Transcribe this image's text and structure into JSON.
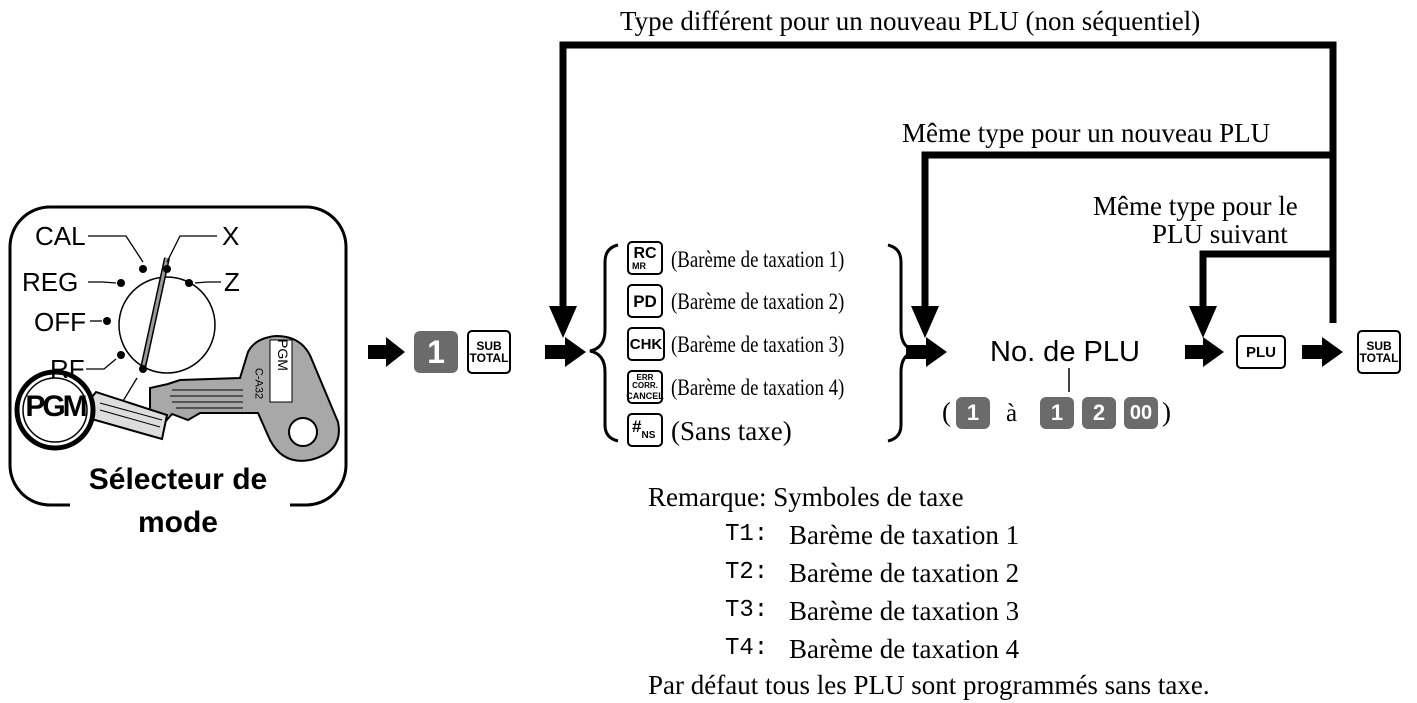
{
  "labels": {
    "top_loop": "Type différent pour un nouveau PLU (non séquentiel)",
    "mid_loop": "Même type pour un nouveau PLU",
    "inner_loop_line1": "Même type pour le",
    "inner_loop_line2": "PLU suivant"
  },
  "mode_selector": {
    "positions": [
      "CAL",
      "X",
      "REG",
      "Z",
      "OFF",
      "RF"
    ],
    "pgm_badge": "PGM",
    "key_text_1": "PGM",
    "key_text_2": "C-A32",
    "caption_line1": "Sélecteur de",
    "caption_line2": "mode"
  },
  "sequence": {
    "num_key": "1",
    "subtotal_top": "SUB",
    "subtotal_bottom": "TOTAL"
  },
  "tax_keys": [
    {
      "key": "RC",
      "key_sub": "MR",
      "label": "(Barème de taxation 1)"
    },
    {
      "key": "PD",
      "label": "(Barème de taxation 2)"
    },
    {
      "key": "CHK",
      "label": "(Barème de taxation 3)"
    },
    {
      "key_top": "ERR CORR.",
      "key_bottom": "CANCEL",
      "label": "(Barème de taxation 4)"
    },
    {
      "key": "#",
      "key_sub": "NS",
      "label": "(Sans taxe)"
    }
  ],
  "plu": {
    "number_label": "No. de PLU",
    "range_open": "(",
    "range_from": "1",
    "range_word": "à",
    "range_to_1": "1",
    "range_to_2": "2",
    "range_to_3": "00",
    "range_close": ")",
    "plu_key": "PLU"
  },
  "final_key": {
    "top": "SUB",
    "bottom": "TOTAL"
  },
  "remarks": {
    "title": "Remarque: Symboles de taxe",
    "items": [
      {
        "symbol": "T1:",
        "text": "Barème de taxation 1"
      },
      {
        "symbol": "T2:",
        "text": "Barème de taxation 2"
      },
      {
        "symbol": "T3:",
        "text": "Barème de taxation 3"
      },
      {
        "symbol": "T4:",
        "text": "Barème de taxation 4"
      }
    ],
    "footer": "Par défaut tous les PLU sont programmés sans taxe."
  }
}
